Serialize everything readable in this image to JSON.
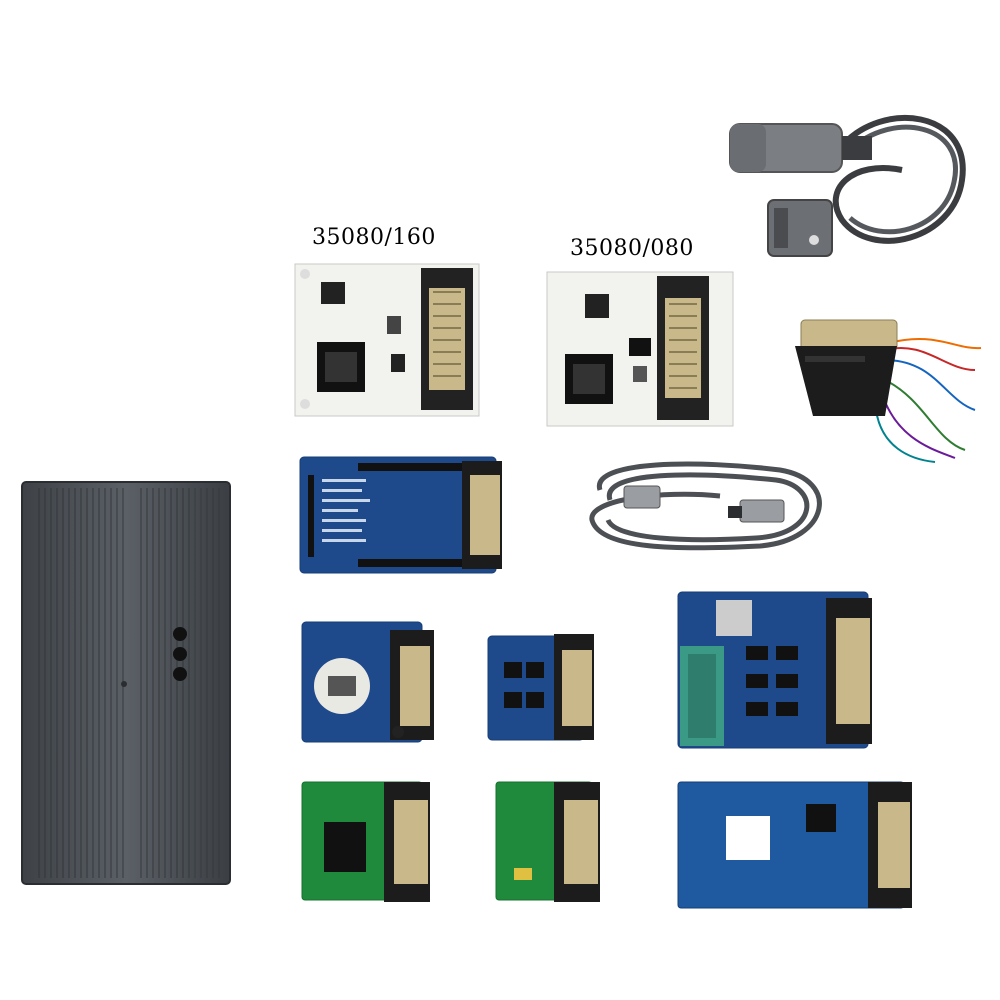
{
  "labels": {
    "adapter_a": "35080/160",
    "adapter_b": "35080/080"
  },
  "colors": {
    "background": "#ffffff",
    "pcb_white": "#f2f2ef",
    "pcb_blue": "#1e4a8c",
    "pcb_green": "#1f8a3b",
    "aluminum": "#4d5257",
    "cable_gray": "#6b6e72",
    "connector_metal": "#c9b98a"
  },
  "icons": [
    "aluminum-case",
    "obd-cable",
    "usb-cable",
    "db25-jumper-cable",
    "eeprom-adapter",
    "pcb-board",
    "db25-connector"
  ]
}
